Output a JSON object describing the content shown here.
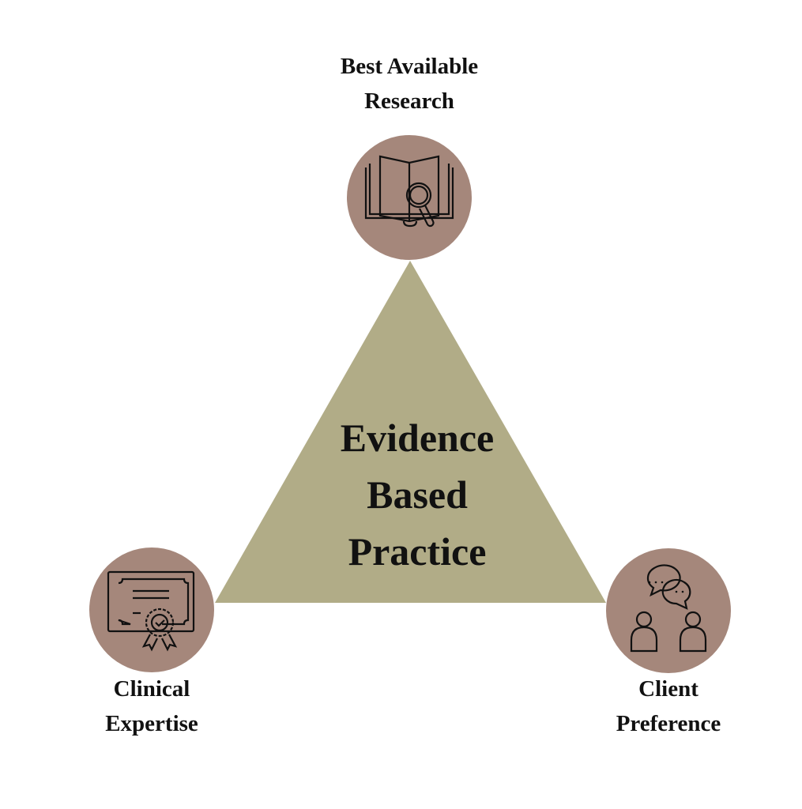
{
  "title": {
    "line1": "Evidence",
    "line2": "Based",
    "line3": "Practice"
  },
  "nodes": [
    {
      "line1": "Best Available",
      "line2": "Research",
      "icon": "book-magnifier-icon"
    },
    {
      "line1": "Clinical",
      "line2": "Expertise",
      "icon": "certificate-icon"
    },
    {
      "line1": "Client",
      "line2": "Preference",
      "icon": "people-conversation-icon"
    }
  ],
  "colors": {
    "triangle": "#b1ac87",
    "circle": "#a5877b",
    "text": "#111111"
  }
}
